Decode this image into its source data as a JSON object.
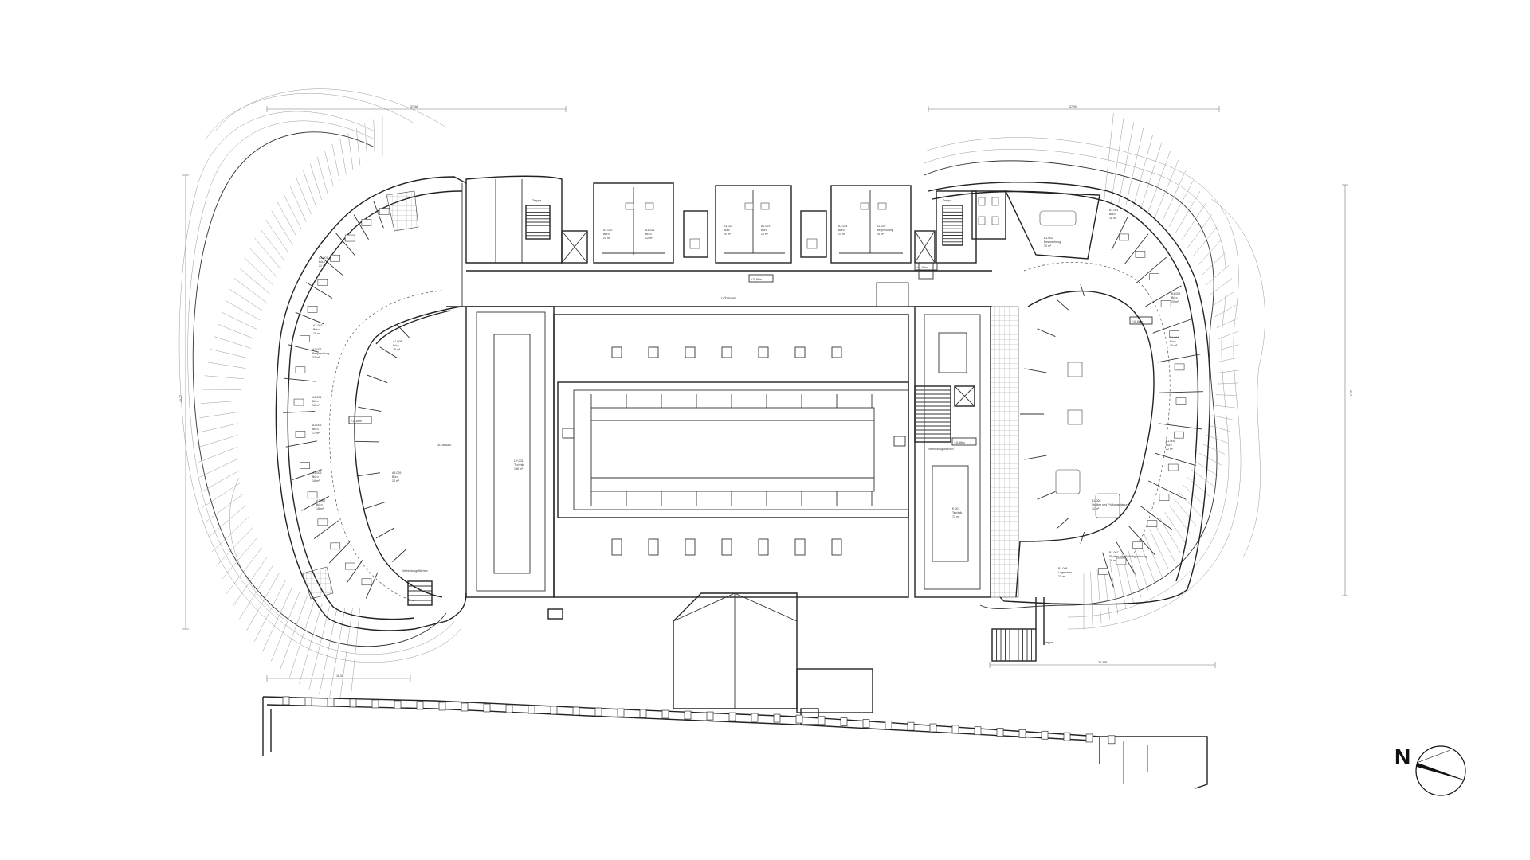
{
  "dimensions": {
    "top_left": "37,4A",
    "top_right": "37,00",
    "left_vertical": "43,27",
    "right_vertical": "39,74",
    "bottom_left": "18,36",
    "bottom_right": "25,34P"
  },
  "level_markers": [
    "+11,86m",
    "+11,86m",
    "+11,86m",
    "+11,86m",
    "+11,86m"
  ],
  "corridor_labels": {
    "top": "Lichtraum",
    "left": "Lichtraum",
    "verbindungs_left": "Verbindungsflächen",
    "verbindungs_right": "Verbindungsflächen"
  },
  "central": {
    "left_void_code": "LR.001",
    "left_void_name": "Technik",
    "left_void_area": "196 m²",
    "right_code": "E.001",
    "right_name": "Technik",
    "right_area": "72 m²"
  },
  "rooms_left": [
    {
      "code": "A1.001",
      "name": "Büro",
      "area": "21 m²"
    },
    {
      "code": "A1.002",
      "name": "Büro",
      "area": "18 m²"
    },
    {
      "code": "A1.003",
      "name": "Besprechung",
      "area": "22 m²"
    },
    {
      "code": "A1.004",
      "name": "Büro",
      "area": "16 m²"
    },
    {
      "code": "A1.005",
      "name": "Büro",
      "area": "17 m²"
    },
    {
      "code": "A1.006",
      "name": "Büro",
      "area": "16 m²"
    },
    {
      "code": "A1.007",
      "name": "Büro",
      "area": "18 m²"
    },
    {
      "code": "A1.008",
      "name": "Büro",
      "area": "19 m²"
    },
    {
      "code": "A1.009",
      "name": "Büro",
      "area": "24 m²"
    }
  ],
  "rooms_right": [
    {
      "code": "B1.001",
      "name": "Büro",
      "area": "18 m²"
    },
    {
      "code": "B1.002",
      "name": "Besprechung",
      "area": "30 m²"
    },
    {
      "code": "B1.003",
      "name": "Büro",
      "area": "20 m²"
    },
    {
      "code": "B1.004",
      "name": "Büro",
      "area": "16 m²"
    },
    {
      "code": "B1.005",
      "name": "Büro",
      "area": "22 m²"
    },
    {
      "code": "B1.006",
      "name": "Studien und Prüfungsplanung",
      "area": "34 m²"
    },
    {
      "code": "B1.007",
      "name": "Studien und Prüfungsplanung",
      "area": "28 m²"
    },
    {
      "code": "B1.008",
      "name": "Lagerraum",
      "area": "21 m²"
    }
  ],
  "rooms_top": [
    {
      "code": "A1.020",
      "name": "Büro",
      "area": "22 m²"
    },
    {
      "code": "A1.021",
      "name": "Büro",
      "area": "22 m²"
    },
    {
      "code": "A1.022",
      "name": "Büro",
      "area": "20 m²"
    },
    {
      "code": "A1.023",
      "name": "Büro",
      "area": "20 m²"
    },
    {
      "code": "A1.024",
      "name": "Büro",
      "area": "25 m²"
    },
    {
      "code": "A1.025",
      "name": "Besprechung",
      "area": "25 m²"
    }
  ],
  "stair_labels": {
    "top_left": "Treppe",
    "top_right": "Treppe",
    "bottom_right": "Treppe"
  },
  "compass_letter": "N"
}
